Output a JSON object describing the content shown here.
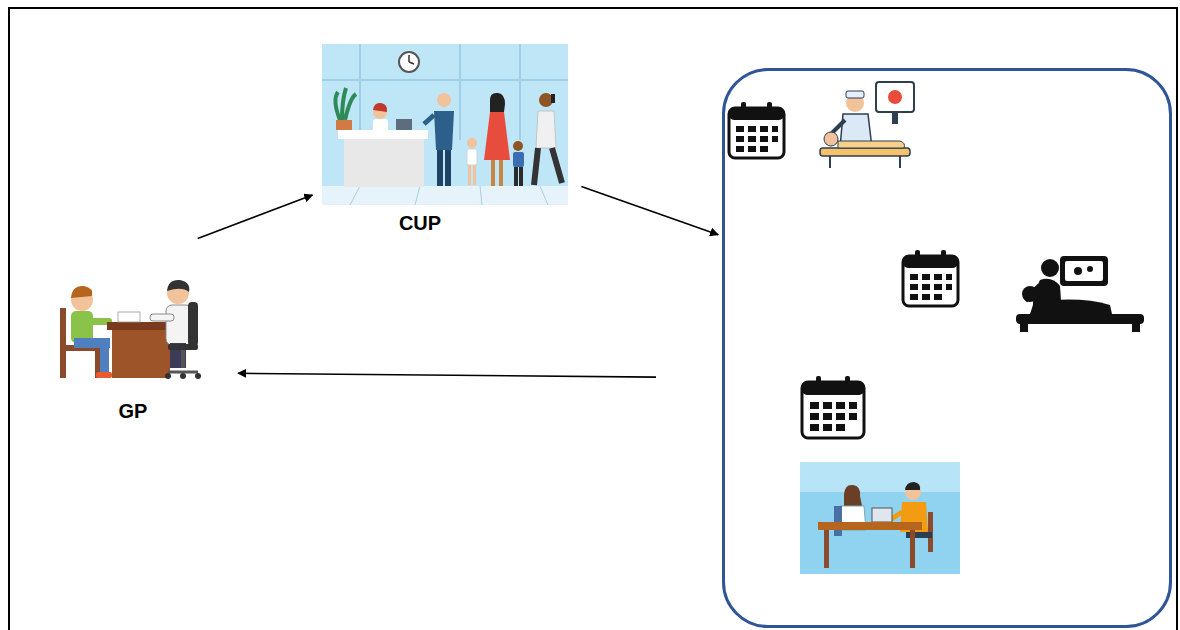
{
  "diagram": {
    "nodes": [
      {
        "text": [
          "GP"
        ]
      },
      {
        "text": [
          "CUP"
        ]
      },
      {
        "text": []
      }
    ],
    "edges": [
      {
        "from": 0,
        "to": 1,
        "arrow": "to"
      },
      {
        "from": 1,
        "to": 2,
        "arrow": "to"
      },
      {
        "from": 2,
        "to": 0,
        "arrow": "to"
      }
    ]
  }
}
